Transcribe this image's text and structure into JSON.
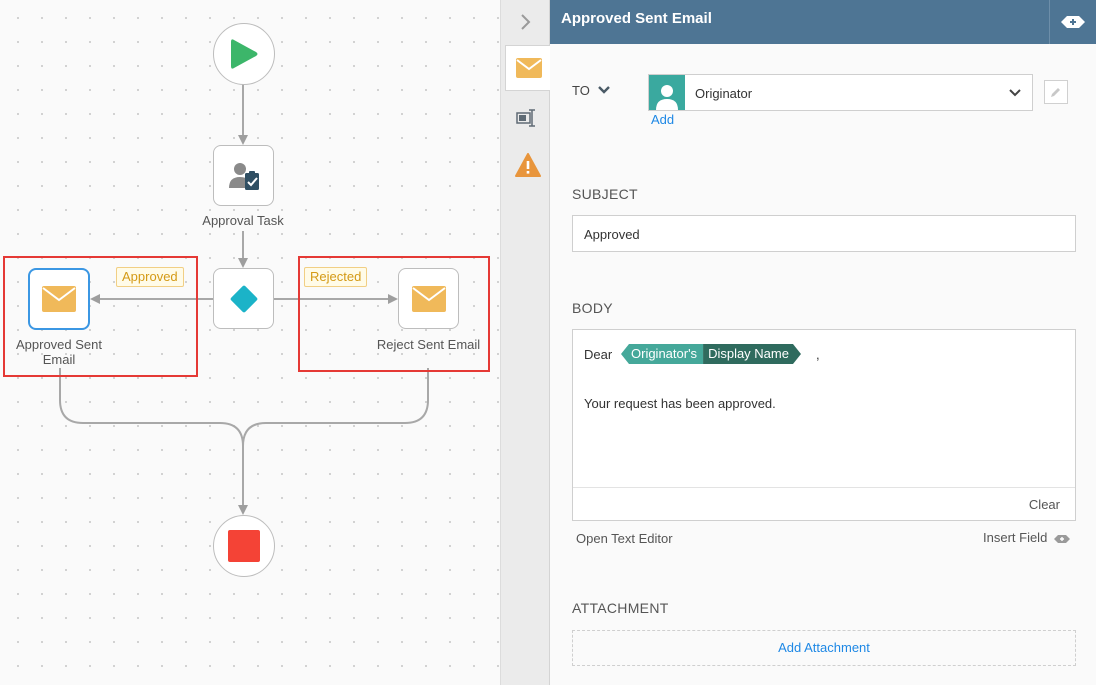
{
  "workflow": {
    "nodes": {
      "approval_task": "Approval Task",
      "approved_email": "Approved Sent Email",
      "reject_email": "Reject Sent Email"
    },
    "branch_labels": {
      "approved": "Approved",
      "rejected": "Rejected"
    }
  },
  "panel": {
    "title": "Approved Sent Email",
    "to_label": "TO",
    "recipient": "Originator",
    "add_link": "Add",
    "subject_label": "SUBJECT",
    "subject_value": "Approved",
    "body_label": "BODY",
    "body": {
      "greeting": "Dear",
      "token_part1": "Originator's",
      "token_part2": "Display Name",
      "comma": ",",
      "line": "Your request has been approved."
    },
    "clear": "Clear",
    "open_text_editor": "Open Text Editor",
    "insert_field": "Insert Field",
    "attachment_label": "ATTACHMENT",
    "add_attachment": "Add Attachment"
  },
  "colors": {
    "header": "#4e7594",
    "start": "#3cb66a",
    "end": "#f44336",
    "gateway": "#1bb3c8",
    "mail": "#f0b95a",
    "selection": "#e53935",
    "link": "#1e88e5"
  },
  "icons": [
    "play-icon",
    "approval-user-icon",
    "gateway-diamond-icon",
    "mail-icon",
    "stop-icon",
    "chevron-right-icon",
    "expand-icon",
    "mail-tab-icon",
    "form-tab-icon",
    "warning-icon",
    "person-icon",
    "chevron-down-icon",
    "pencil-icon"
  ]
}
